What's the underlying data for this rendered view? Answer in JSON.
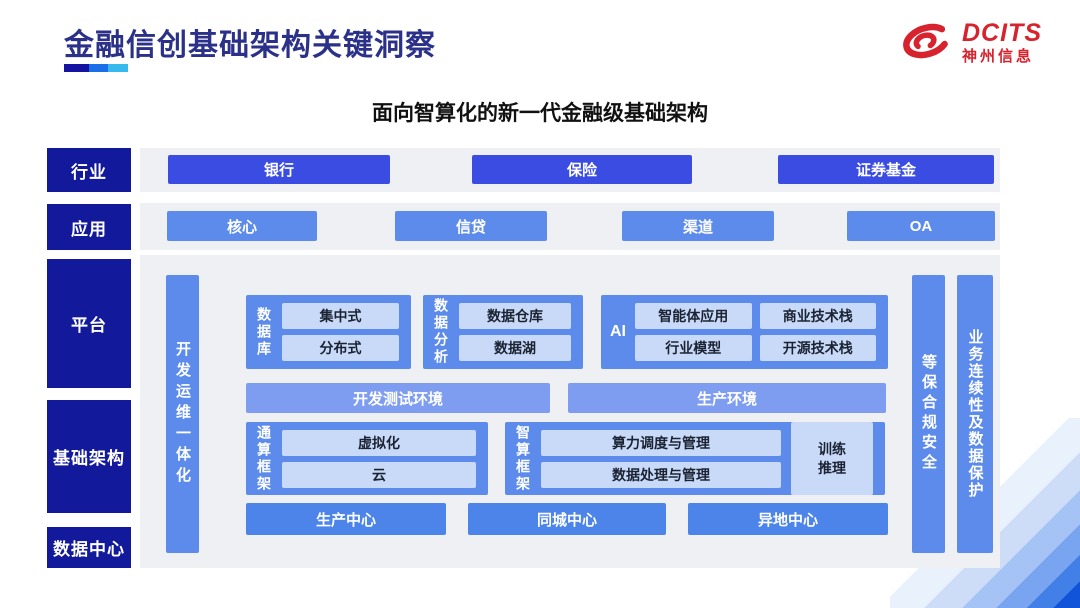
{
  "header": {
    "title": "金融信创基础架构关键洞察",
    "logo_brand": "DCITS",
    "logo_company": "神州信息"
  },
  "subtitle": "面向智算化的新一代金融级基础架构",
  "rail": {
    "industry": "行业",
    "application": "应用",
    "platform": "平台",
    "infrastructure": "基础架构",
    "datacenter": "数据中心"
  },
  "industry": {
    "items": [
      "银行",
      "保险",
      "证券基金"
    ]
  },
  "application": {
    "items": [
      "核心",
      "信贷",
      "渠道",
      "OA"
    ]
  },
  "platform": {
    "devops": "开发运维一体化",
    "database": {
      "label": "数据库",
      "items": [
        "集中式",
        "分布式"
      ]
    },
    "analytics": {
      "label": "数据分析",
      "items": [
        "数据仓库",
        "数据湖"
      ]
    },
    "ai": {
      "label": "AI",
      "items": [
        "智能体应用",
        "商业技术栈",
        "行业模型",
        "开源技术栈"
      ]
    },
    "environments": {
      "items": [
        "开发测试环境",
        "生产环境"
      ]
    },
    "general_compute": {
      "label": "通算框架",
      "items": [
        "虚拟化",
        "云"
      ]
    },
    "smart_compute": {
      "label": "智算框架",
      "items": [
        "算力调度与管理",
        "数据处理与管理"
      ],
      "side": "训练\n推理"
    },
    "centers": {
      "items": [
        "生产中心",
        "同城中心",
        "异地中心"
      ]
    },
    "security": "等保合规安全",
    "continuity": "业务连续性及数据保护"
  },
  "colors": {
    "rail_navy": "#121A9B",
    "industry_button": "#3B4CE2",
    "section_blue": "#5C8BEB",
    "environment_blue": "#7F9DF0",
    "center_blue": "#4C84E9",
    "chip_light": "#C9D9F8",
    "panel_gray": "#EEF0F3",
    "title_navy": "#2B3189",
    "logo_red": "#D6232E"
  }
}
